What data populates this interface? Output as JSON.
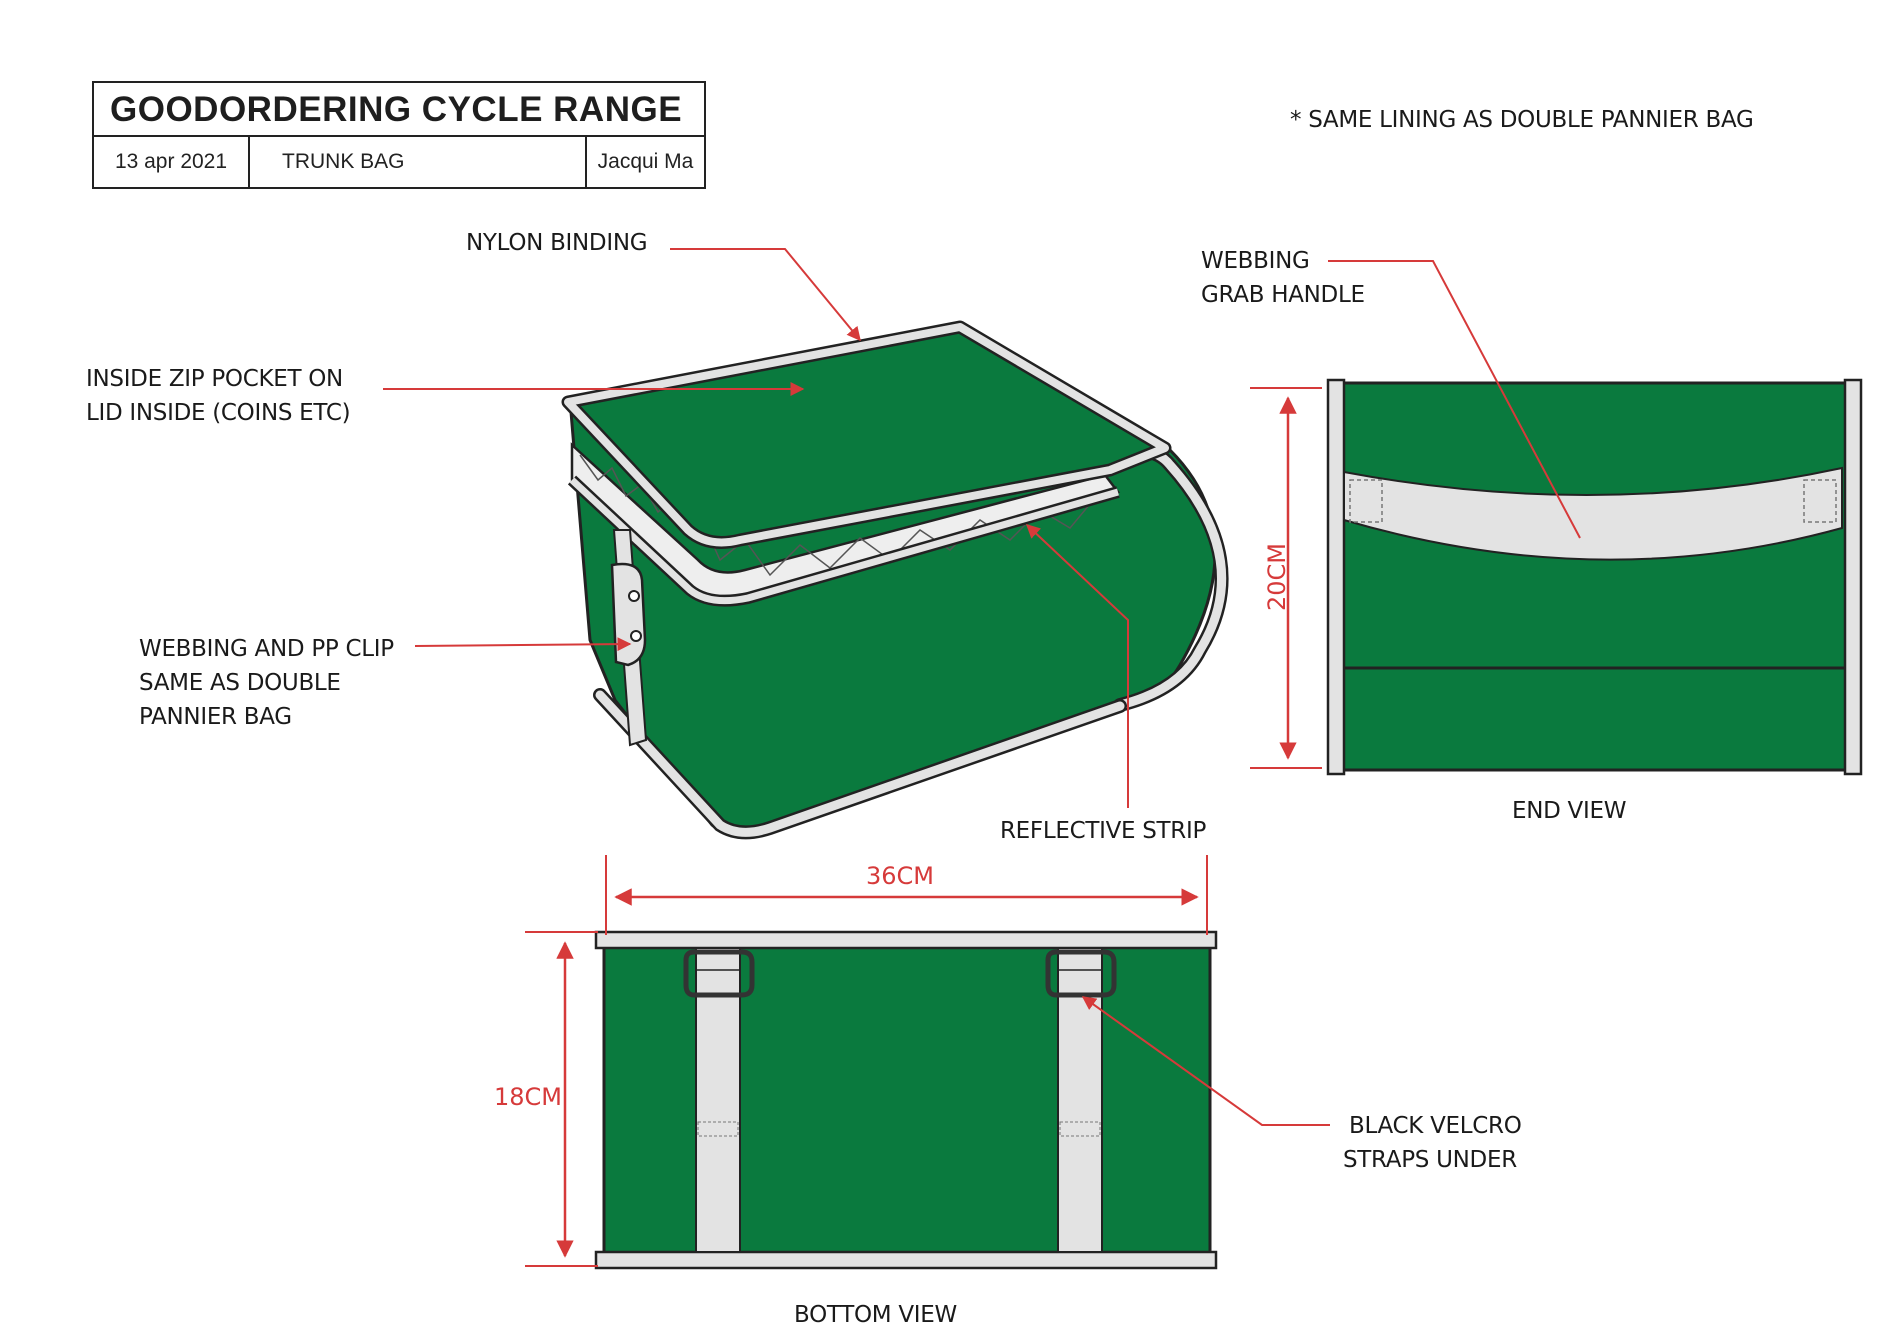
{
  "title_block": {
    "title": "GOODORDERING CYCLE RANGE",
    "date": "13 apr 2021",
    "product": "TRUNK BAG",
    "author": "Jacqui Ma"
  },
  "notes": {
    "lining": "* SAME LINING AS DOUBLE PANNIER  BAG"
  },
  "callouts": {
    "nylon_binding": "NYLON BINDING",
    "zip_pocket_line1": "INSIDE ZIP POCKET ON",
    "zip_pocket_line2": "LID INSIDE (COINS ETC)",
    "clip_line1": "WEBBING AND PP CLIP",
    "clip_line2": "SAME AS DOUBLE",
    "clip_line3": "PANNIER BAG",
    "reflective": "REFLECTIVE STRIP",
    "handle_line1": "WEBBING",
    "handle_line2": "GRAB HANDLE",
    "velcro_line1": "BLACK VELCRO",
    "velcro_line2": "STRAPS UNDER"
  },
  "views": {
    "end_view": "END VIEW",
    "bottom_view": "BOTTOM VIEW"
  },
  "dimensions": {
    "width": "36CM",
    "depth": "18CM",
    "height": "20CM"
  },
  "colors": {
    "bag_green": "#0a7a3e",
    "accent_red": "#d63a3a",
    "trim_grey": "#e3e3e3",
    "outline": "#222222"
  }
}
